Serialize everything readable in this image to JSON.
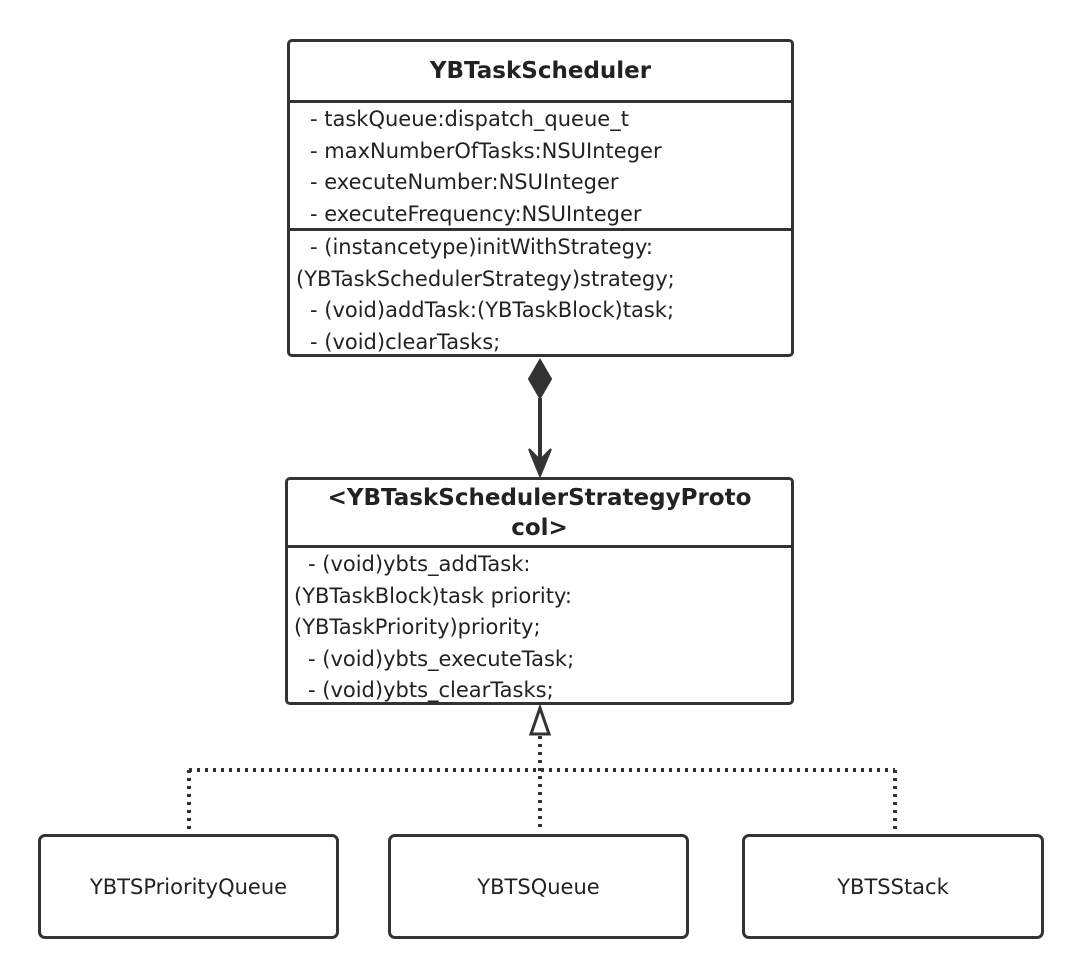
{
  "scheduler": {
    "name": "YBTaskScheduler",
    "attributes": [
      "- taskQueue:dispatch_queue_t",
      "- maxNumberOfTasks:NSUInteger",
      "- executeNumber:NSUInteger",
      "- executeFrequency:NSUInteger"
    ],
    "operations": [
      "- (instancetype)initWithStrategy:",
      "(YBTaskSchedulerStrategy)strategy;",
      "- (void)addTask:(YBTaskBlock)task;",
      "- (void)clearTasks;"
    ]
  },
  "protocol": {
    "name_line1": "<YBTaskSchedulerStrategyProto",
    "name_line2": "col>",
    "operations": [
      "- (void)ybts_addTask:",
      "(YBTaskBlock)task priority:",
      "(YBTaskPriority)priority;",
      "- (void)ybts_executeTask;",
      "- (void)ybts_clearTasks;"
    ]
  },
  "implementations": [
    "YBTSPriorityQueue",
    "YBTSQueue",
    "YBTSStack"
  ],
  "colors": {
    "stroke": "#333333",
    "background": "#ffffff"
  },
  "relations": {
    "composition": "composition",
    "realization": "realization"
  }
}
